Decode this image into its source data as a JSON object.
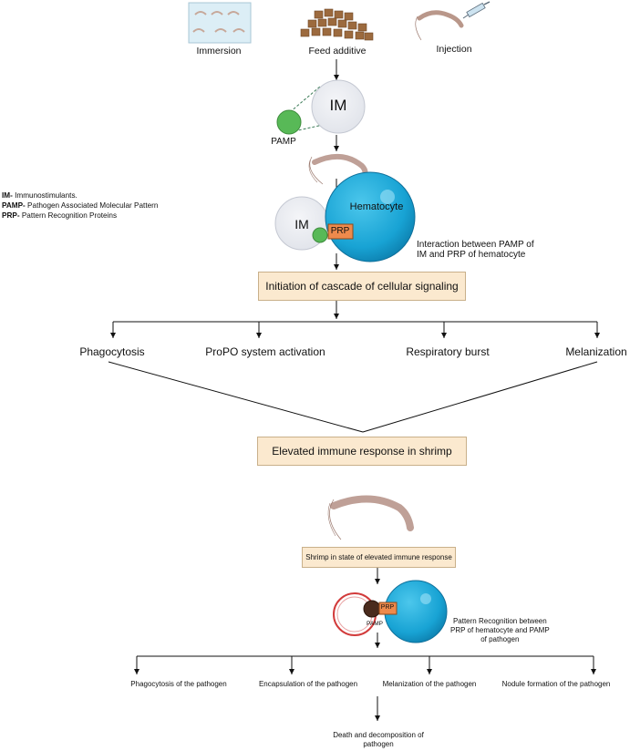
{
  "routes": {
    "immersion": "Immersion",
    "feed": "Feed additive",
    "injection": "Injection"
  },
  "circles": {
    "im_top": "IM",
    "pamp_top": "PAMP",
    "im_mid": "IM",
    "hematocyte": "Hematocyte",
    "prp_mid": "PRP",
    "pamp_bottom": "PAMP",
    "prp_bottom": "PRP"
  },
  "legend": [
    {
      "abbr": "IM-",
      "text": " Immunostimulants."
    },
    {
      "abbr": "PAMP-",
      "text": " Pathogen Associated Molecular Pattern"
    },
    {
      "abbr": "PRP-",
      "text": " Pattern Recognition Proteins"
    }
  ],
  "interaction_note": {
    "line1": "Interaction between PAMP of",
    "line2": "IM and PRP of hematocyte"
  },
  "initiation_box": "Initiation of cascade of cellular signaling",
  "responses": [
    "Phagocytosis",
    "ProPO system activation",
    "Respiratory burst",
    "Melanization"
  ],
  "elevated_box": "Elevated immune response in shrimp",
  "shrimp_state_box": "Shrimp in state of elevated immune response",
  "pattern_note": {
    "line1": "Pattern Recognition between",
    "line2": "PRP of hematocyte and PAMP",
    "line3": "of pathogen"
  },
  "outcomes": [
    "Phagocytosis of the pathogen",
    "Encapsulation of the pathogen",
    "Melanization of the pathogen",
    "Nodule formation of the pathogen"
  ],
  "final": {
    "line1": "Death and decomposition of",
    "line2": "pathogen"
  },
  "colors": {
    "box_fill": "#fbe9cf",
    "pamp_green": "#58b957",
    "hematocyte_blue": "#1ba7d6",
    "prp_orange": "#ee8a4c",
    "im_gray": "#e6e8ee",
    "pathogen_ring": "#d23b3b",
    "pamp_brown": "#4a2b1d"
  }
}
